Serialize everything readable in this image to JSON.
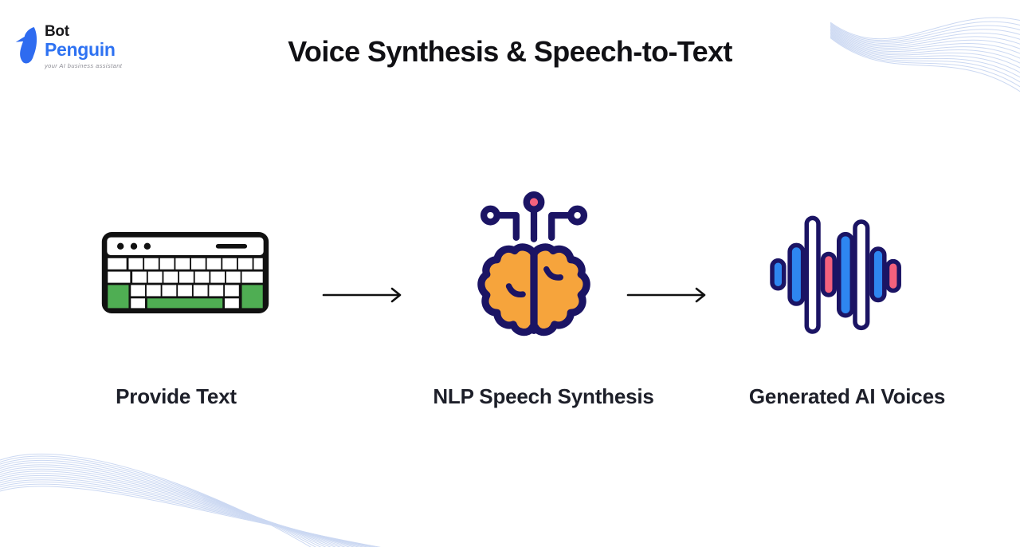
{
  "logo": {
    "brand_top": "Bot",
    "brand_bottom": "Penguin",
    "tagline": "your AI business assistant"
  },
  "title": "Voice Synthesis & Speech-to-Text",
  "steps": [
    {
      "label": "Provide Text",
      "icon": "keyboard-icon"
    },
    {
      "label": "NLP Speech Synthesis",
      "icon": "brain-circuit-icon"
    },
    {
      "label": "Generated AI Voices",
      "icon": "voice-waveform-icon"
    }
  ],
  "colors": {
    "brand_blue": "#2e6bf0",
    "navy_outline": "#1b1464",
    "brain_orange": "#f6a43c",
    "key_green": "#4fae53",
    "bar_blue": "#2e86f0",
    "accent_pink": "#f4617d",
    "decor_wave": "#c3d2f0",
    "arrow_black": "#111111"
  }
}
